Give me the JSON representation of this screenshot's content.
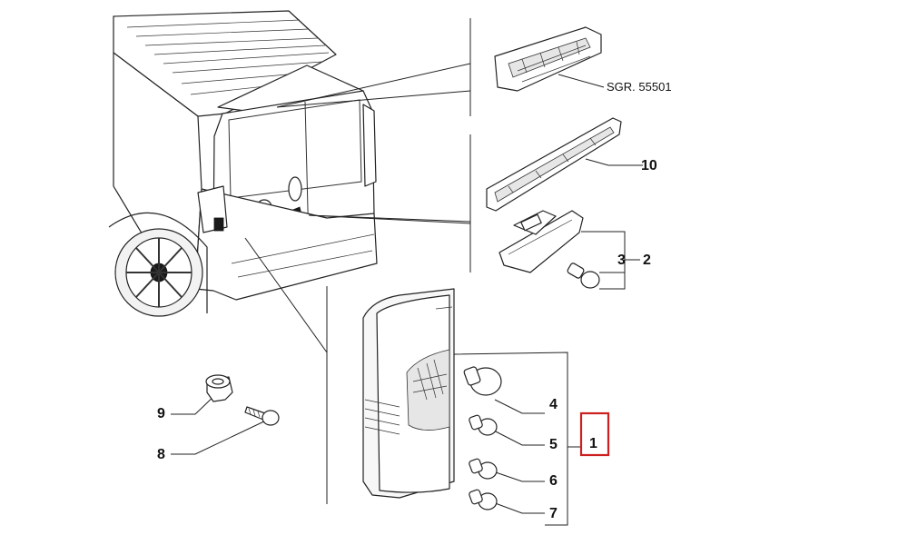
{
  "diagram": {
    "callouts": {
      "part_1": "1",
      "part_2": "2",
      "part_3": "3",
      "part_4": "4",
      "part_5": "5",
      "part_6": "6",
      "part_7": "7",
      "part_8": "8",
      "part_9": "9",
      "part_10": "10"
    },
    "reference_label": "SGR. 55501",
    "highlight_color": "#cc1f1f",
    "line_color": "#222222"
  }
}
